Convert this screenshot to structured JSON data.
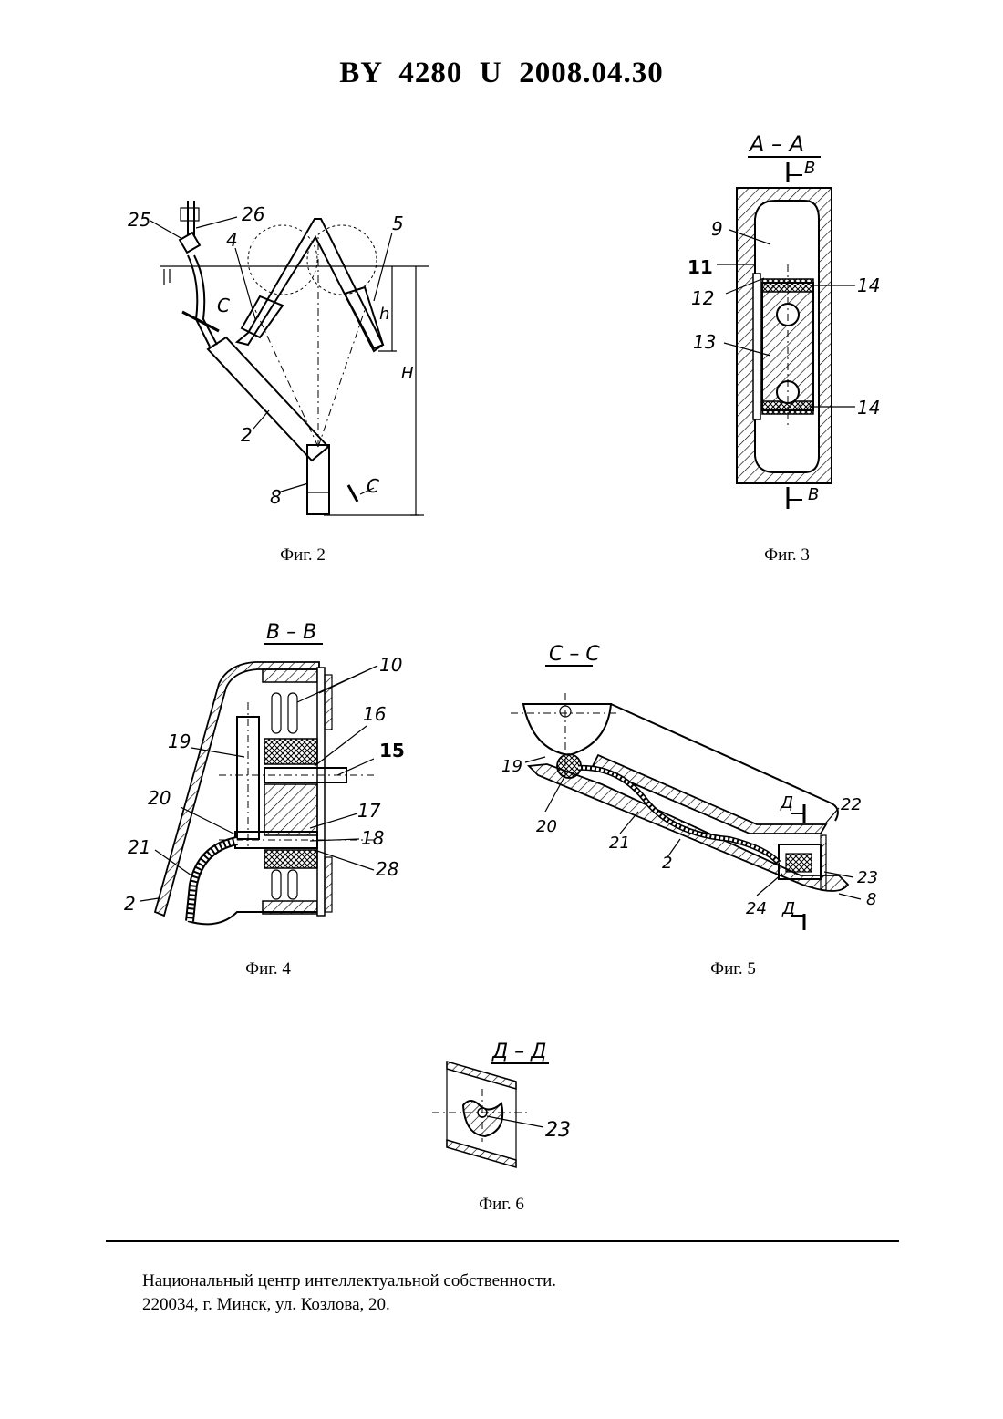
{
  "header": {
    "country": "BY",
    "number": "4280",
    "kind": "U",
    "date": "2008.04.30"
  },
  "figures": [
    {
      "caption": "Фиг. 2",
      "labels": [
        "25",
        "26",
        "4",
        "5",
        "C",
        "2",
        "8",
        "C",
        "h",
        "H"
      ]
    },
    {
      "caption": "Фиг. 3",
      "section_title": "A – A",
      "labels": [
        "B",
        "9",
        "11",
        "12",
        "14",
        "13",
        "14",
        "B"
      ]
    },
    {
      "caption": "Фиг. 4",
      "section_title": "B – B",
      "labels": [
        "10",
        "16",
        "19",
        "15",
        "20",
        "17",
        "18",
        "21",
        "28",
        "2"
      ]
    },
    {
      "caption": "Фиг. 5",
      "section_title": "C – C",
      "labels": [
        "19",
        "20",
        "21",
        "2",
        "Д",
        "22",
        "23",
        "24",
        "Д",
        "8"
      ]
    },
    {
      "caption": "Фиг. 6",
      "section_title": "Д – Д",
      "labels": [
        "23"
      ]
    }
  ],
  "footer": {
    "line1": "Национальный центр интеллектуальной собственности.",
    "line2": "220034, г. Минск, ул. Козлова, 20."
  }
}
